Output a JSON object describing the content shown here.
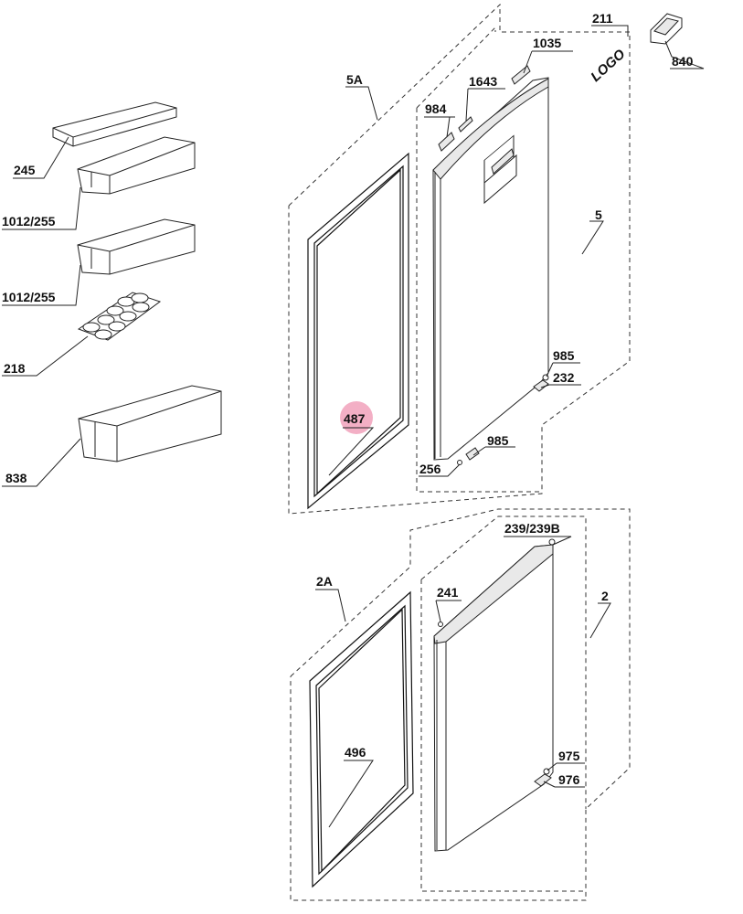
{
  "diagram": {
    "highlight_color": "#f2a6bf",
    "labels": {
      "p211": "211",
      "p840": "840",
      "p1035": "1035",
      "logo": "LOGO",
      "p5A": "5A",
      "p1643": "1643",
      "p984": "984",
      "p5": "5",
      "p985a": "985",
      "p232": "232",
      "p487": "487",
      "p985b": "985",
      "p256": "256",
      "p245": "245",
      "p1012a": "1012/255",
      "p1012b": "1012/255",
      "p218": "218",
      "p838": "838",
      "p239": "239/239B",
      "p2A": "2A",
      "p241": "241",
      "p2": "2",
      "p496": "496",
      "p975": "975",
      "p976": "976"
    }
  }
}
